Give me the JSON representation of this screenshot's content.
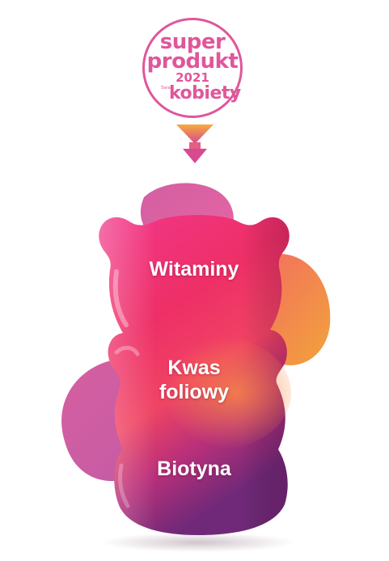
{
  "badge": {
    "line1": "super",
    "line2": "produkt",
    "year": "2021",
    "brand_small": "Świat",
    "brand": "kobiety"
  },
  "labels": {
    "first": "Witaminy",
    "second_line1": "Kwas",
    "second_line2": "foliowy",
    "third": "Biotyna"
  },
  "colors": {
    "badge_pink": "#e0569b",
    "arrow_top": "#f3a13b",
    "arrow_bottom": "#d8468f",
    "blob_orange": "#f08a3a",
    "blob_magenta": "#c2428f",
    "bear_pink": "#f0327a",
    "bear_purple": "#7a2a78"
  },
  "icons": {
    "arrow": "arrow-down-icon",
    "bear": "gummy-bear-icon"
  }
}
